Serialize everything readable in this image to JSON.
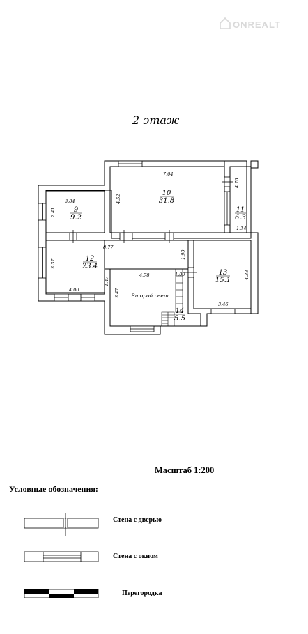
{
  "watermark": "ONREALT",
  "floor_title": "2 этаж",
  "rooms": [
    {
      "number": "9",
      "area": "9.2"
    },
    {
      "number": "10",
      "area": "31.8"
    },
    {
      "number": "11",
      "area": "6.3"
    },
    {
      "number": "12",
      "area": "23.4"
    },
    {
      "number": "13",
      "area": "15.1"
    },
    {
      "number": "14",
      "area": "5.5"
    }
  ],
  "dimensions": {
    "r10_width": "7.04",
    "r10_height": "4.52",
    "r11_height": "4.70",
    "r11_width": "1.34",
    "r9_width": "3.84",
    "r9_height": "2.41",
    "r12_width": "8.77",
    "r12_height": "3.37",
    "r12_bottom": "4.00",
    "r12_gap": "1.47",
    "void_width": "4.78",
    "void_height": "3.47",
    "stair_width": "1.00",
    "stair_height": "1.90",
    "r13_height": "4.38",
    "r13_width": "3.46"
  },
  "second_light": "Второй свет",
  "scale": "Масштаб 1:200",
  "legend": {
    "title": "Условные обозначения:",
    "door": "Стена с  дверью",
    "window": "Стена с окном",
    "partition": "Перегородка"
  }
}
